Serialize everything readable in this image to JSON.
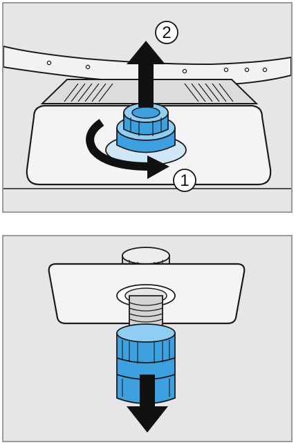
{
  "figure": {
    "panels": [
      {
        "id": "remove-filter",
        "steps": [
          {
            "number": "1",
            "action": "rotate"
          },
          {
            "number": "2",
            "action": "lift"
          }
        ]
      },
      {
        "id": "detach-microfilter",
        "steps": [
          {
            "action": "pull-down"
          }
        ]
      }
    ],
    "colors": {
      "panel_background": "#e6e6e8",
      "panel_border": "#9a9a9a",
      "outline": "#1a1a1a",
      "tub_fill": "#f4f4f6",
      "filter_blue": "#3fa0e0",
      "filter_blue_light": "#8fcdf3",
      "arrow": "#111111"
    }
  }
}
